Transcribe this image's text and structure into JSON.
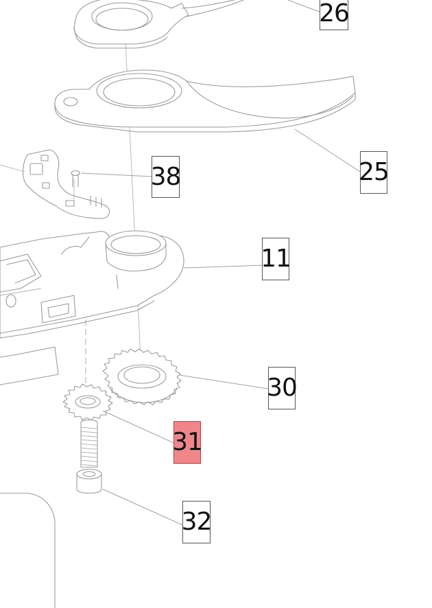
{
  "diagram": {
    "callouts": [
      {
        "id": "26",
        "label": "26",
        "highlighted": false
      },
      {
        "id": "25",
        "label": "25",
        "highlighted": false
      },
      {
        "id": "38",
        "label": "38",
        "highlighted": false
      },
      {
        "id": "11",
        "label": "11",
        "highlighted": false
      },
      {
        "id": "30",
        "label": "30",
        "highlighted": false
      },
      {
        "id": "31",
        "label": "31",
        "highlighted": true
      },
      {
        "id": "32",
        "label": "32",
        "highlighted": false
      }
    ],
    "colors": {
      "highlight_fill": "#f0868a",
      "highlight_border": "#c0393f",
      "line": "#9a9a9a",
      "callout_border": "#555555"
    }
  }
}
